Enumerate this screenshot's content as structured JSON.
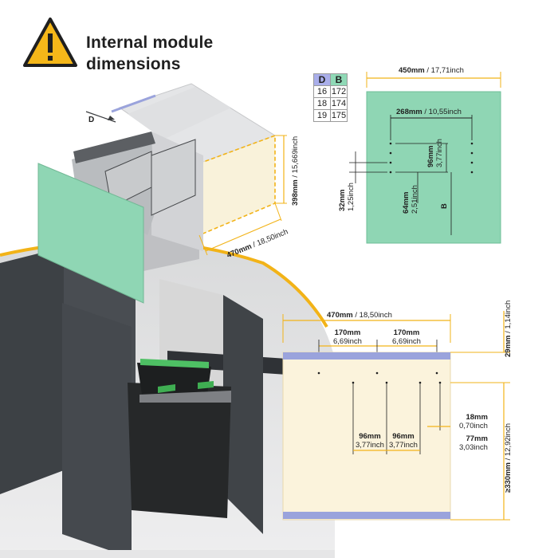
{
  "header": {
    "title_line1": "Internal module",
    "title_line2": "dimensions",
    "warning_icon": "warning-triangle-icon"
  },
  "table": {
    "headers": [
      "D",
      "B"
    ],
    "rows": [
      [
        "16",
        "172"
      ],
      [
        "18",
        "174"
      ],
      [
        "19",
        "175"
      ]
    ]
  },
  "top_view": {
    "width_mm": "450mm",
    "width_in": "17,71inch",
    "spacing_mm": "268mm",
    "spacing_in": "10,55inch",
    "hole_pitch_mm": "96mm",
    "hole_pitch_in": "3,77inch",
    "offset_mm": "64mm",
    "offset_in": "2,51inch",
    "edge_mm": "32mm",
    "edge_in": "1,25inch",
    "b_label": "B"
  },
  "module_3d": {
    "d_label": "D",
    "height_mm": "398mm",
    "height_in": "15,669inch",
    "depth_mm": "470mm",
    "depth_in": "18,50inch"
  },
  "front_view": {
    "width_mm": "470mm",
    "width_in": "18,50inch",
    "spacing1_mm": "170mm",
    "spacing1_in": "6,69inch",
    "spacing2_mm": "170mm",
    "spacing2_in": "6,69inch",
    "top_mm": "29mm",
    "top_in": "1,14inch",
    "side_mm": "18mm",
    "side_in": "0,70inch",
    "side2_mm": "77mm",
    "side2_in": "3,03inch",
    "pitch1_mm": "96mm",
    "pitch1_in": "3,77inch",
    "pitch2_mm": "96mm",
    "pitch2_in": "3,77inch",
    "height_mm": "≥330mm",
    "height_in": "12,92inch"
  },
  "colors": {
    "accent_yellow": "#f2b318",
    "mint": "#8fd6b4",
    "cream": "#fbf3dc",
    "lavender": "#9aa3dc",
    "cabinet_dark": "#3e4246"
  }
}
